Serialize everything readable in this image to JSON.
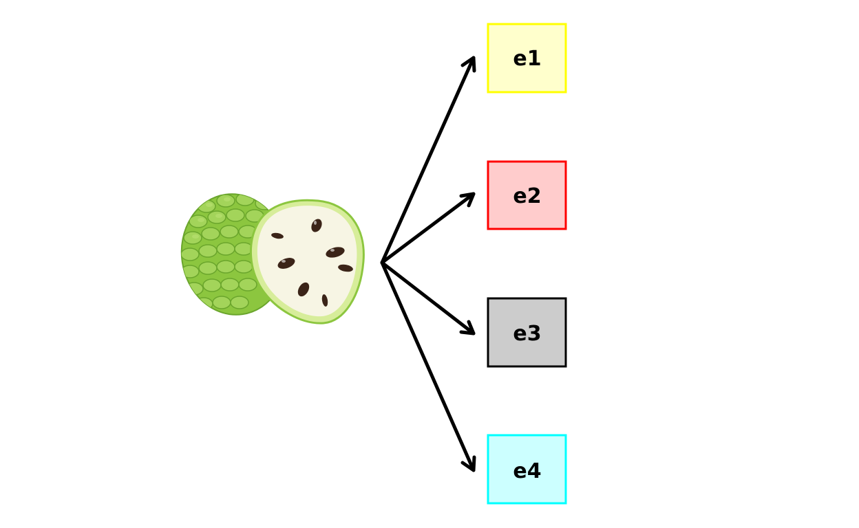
{
  "subject": {
    "icon": "custard-apple-fruit-icon",
    "colors": {
      "skin": "#8cc63f",
      "skin_dark": "#6aa52c",
      "skin_highlight": "#b7e070",
      "flesh": "#f7f5e4",
      "seed": "#3b2418"
    }
  },
  "edges_color": "#000000",
  "nodes": [
    {
      "id": "e1",
      "label": "e1",
      "fill": "#ffffcc",
      "stroke": "#ffff00"
    },
    {
      "id": "e2",
      "label": "e2",
      "fill": "#ffcccc",
      "stroke": "#ff0000"
    },
    {
      "id": "e3",
      "label": "e3",
      "fill": "#cccccc",
      "stroke": "#000000"
    },
    {
      "id": "e4",
      "label": "e4",
      "fill": "#ccffff",
      "stroke": "#00ffff"
    }
  ]
}
